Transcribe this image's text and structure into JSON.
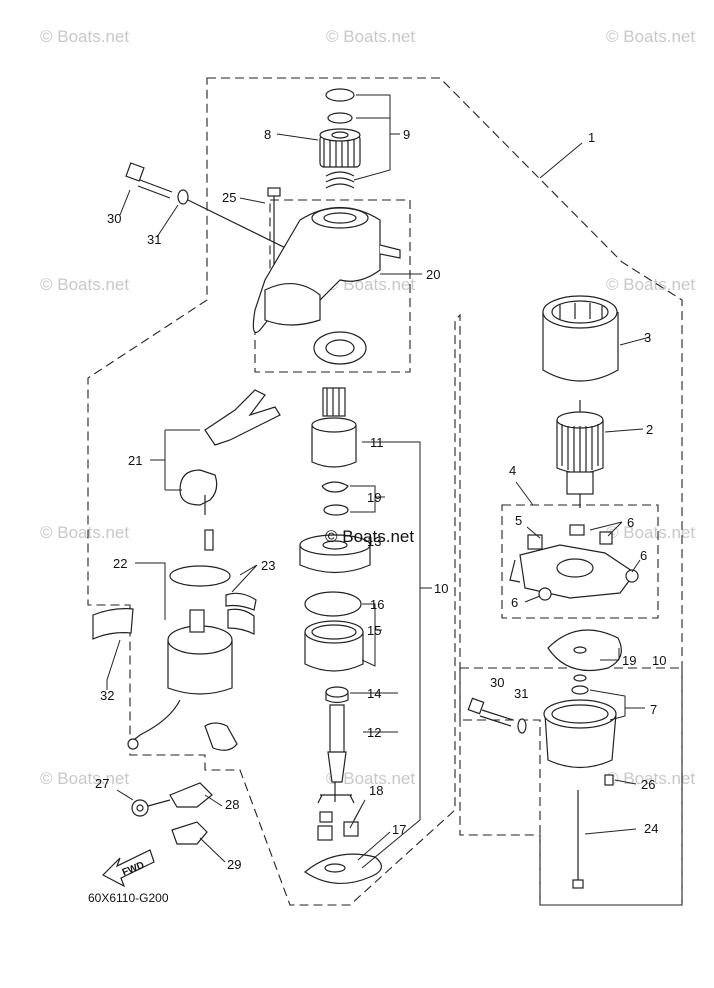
{
  "watermark": "© Boats.net",
  "center_brand": "© Boats.net",
  "diagram_code": "60X6110-G200",
  "fwd_label": "FWD",
  "callouts": {
    "c1": "1",
    "c2": "2",
    "c3": "3",
    "c4": "4",
    "c5": "5",
    "c6a": "6",
    "c6b": "6",
    "c6c": "6",
    "c7": "7",
    "c8": "8",
    "c9": "9",
    "c10a": "10",
    "c10b": "10",
    "c11": "11",
    "c12": "12",
    "c13": "13",
    "c14": "14",
    "c15": "15",
    "c16": "16",
    "c17": "17",
    "c18": "18",
    "c19a": "19",
    "c19b": "19",
    "c20": "20",
    "c21": "21",
    "c22": "22",
    "c23": "23",
    "c24": "24",
    "c25": "25",
    "c26": "26",
    "c27": "27",
    "c28": "28",
    "c29": "29",
    "c30a": "30",
    "c30b": "30",
    "c31a": "31",
    "c31b": "31",
    "c32": "32"
  }
}
